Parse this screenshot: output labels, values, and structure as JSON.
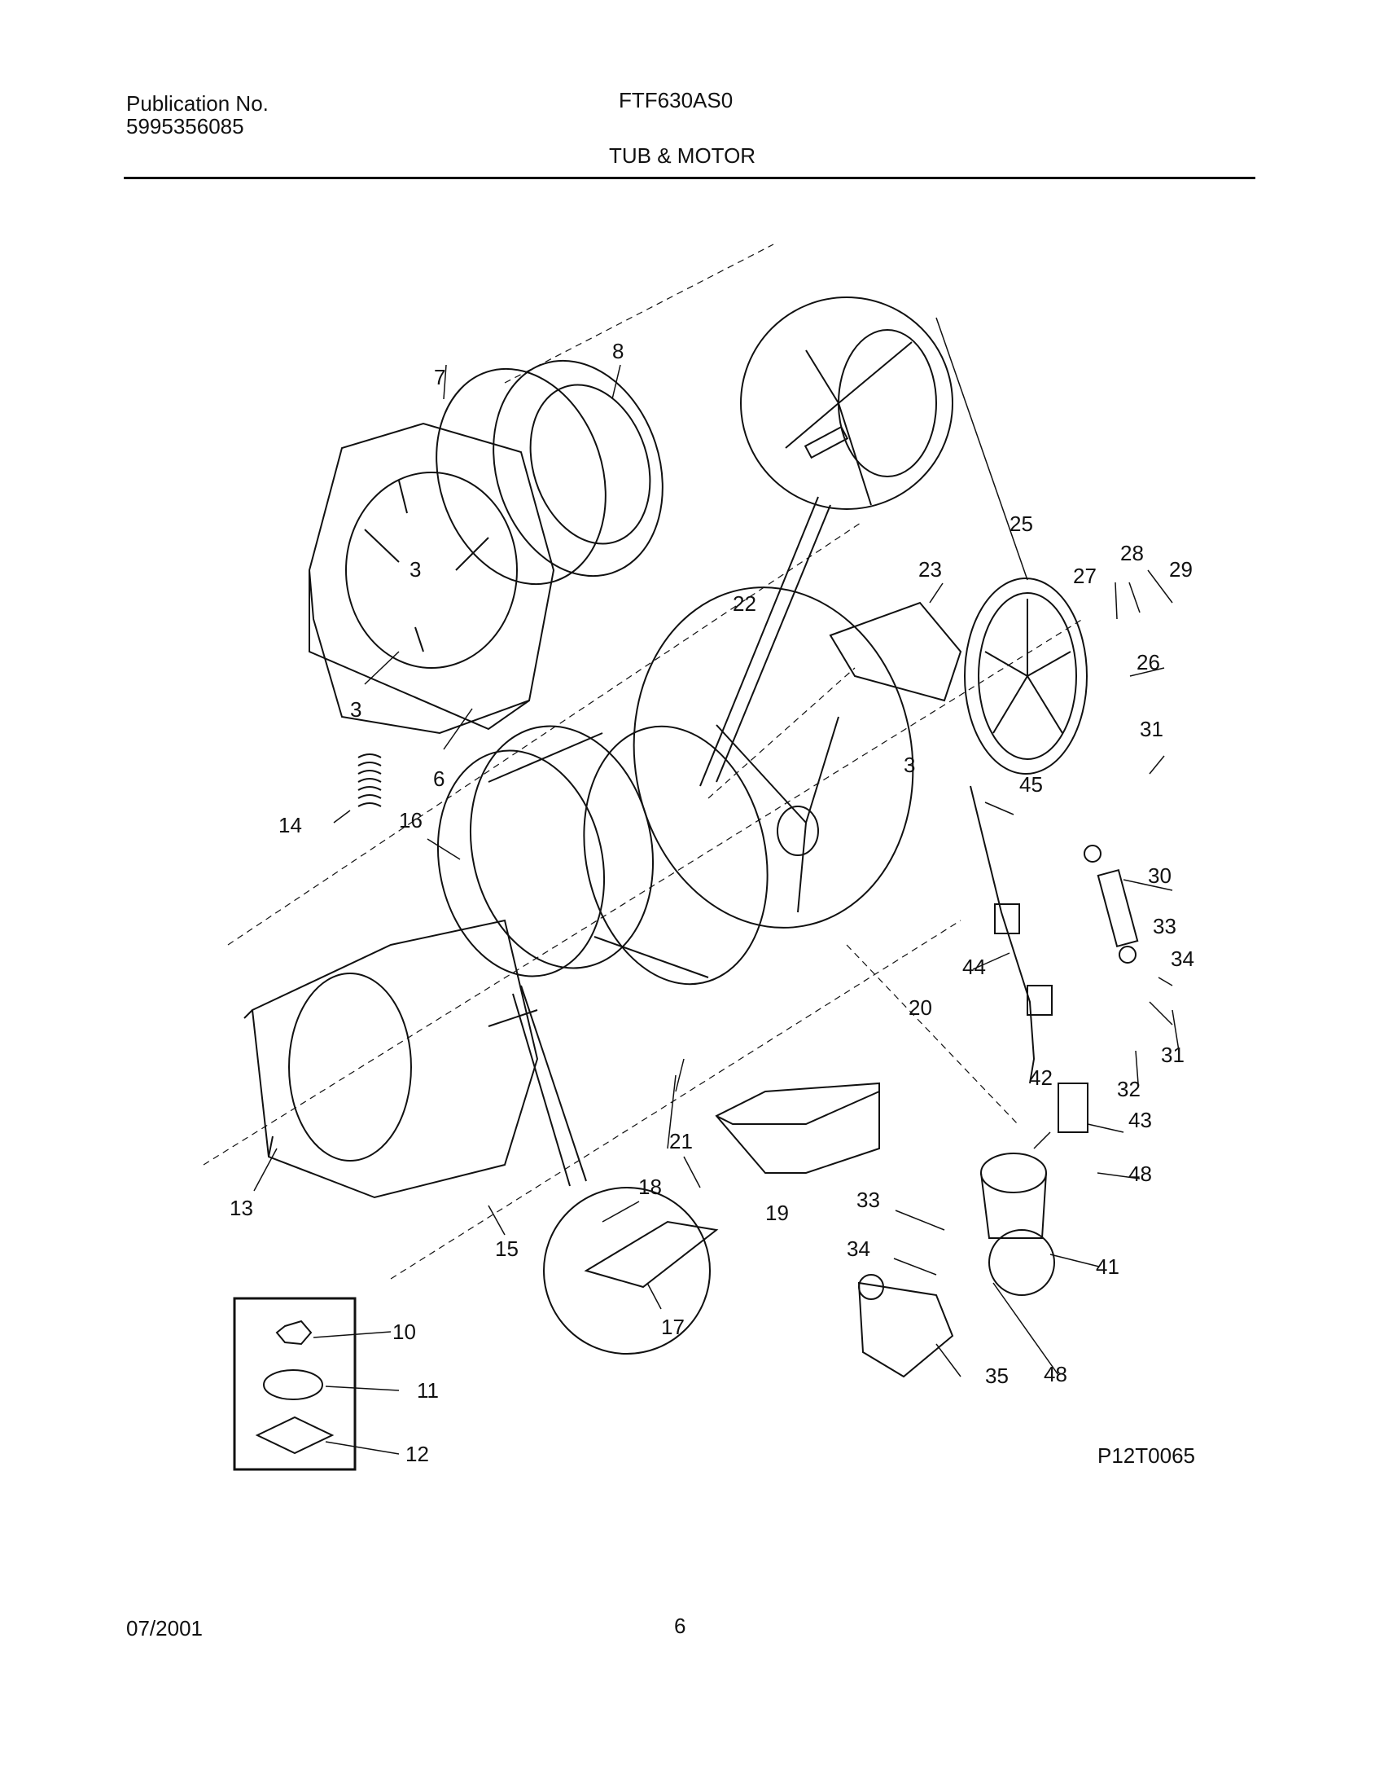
{
  "header": {
    "publication_label": "Publication No.",
    "publication_number": "5995356085",
    "model": "FTF630AS0",
    "section_title": "TUB & MOTOR"
  },
  "diagram": {
    "figure_code": "P12T0065",
    "callouts": [
      {
        "id": "c3a",
        "label": "3"
      },
      {
        "id": "c3b",
        "label": "3"
      },
      {
        "id": "c3c",
        "label": "3"
      },
      {
        "id": "c6",
        "label": "6"
      },
      {
        "id": "c7",
        "label": "7"
      },
      {
        "id": "c8",
        "label": "8"
      },
      {
        "id": "c10",
        "label": "10"
      },
      {
        "id": "c11",
        "label": "11"
      },
      {
        "id": "c12",
        "label": "12"
      },
      {
        "id": "c13",
        "label": "13"
      },
      {
        "id": "c14",
        "label": "14"
      },
      {
        "id": "c15",
        "label": "15"
      },
      {
        "id": "c16",
        "label": "16"
      },
      {
        "id": "c17",
        "label": "17"
      },
      {
        "id": "c18",
        "label": "18"
      },
      {
        "id": "c19",
        "label": "19"
      },
      {
        "id": "c20",
        "label": "20"
      },
      {
        "id": "c21",
        "label": "21"
      },
      {
        "id": "c22",
        "label": "22"
      },
      {
        "id": "c23",
        "label": "23"
      },
      {
        "id": "c25",
        "label": "25"
      },
      {
        "id": "c26",
        "label": "26"
      },
      {
        "id": "c27",
        "label": "27"
      },
      {
        "id": "c28",
        "label": "28"
      },
      {
        "id": "c29",
        "label": "29"
      },
      {
        "id": "c30",
        "label": "30"
      },
      {
        "id": "c31a",
        "label": "31"
      },
      {
        "id": "c31b",
        "label": "31"
      },
      {
        "id": "c32",
        "label": "32"
      },
      {
        "id": "c33a",
        "label": "33"
      },
      {
        "id": "c33b",
        "label": "33"
      },
      {
        "id": "c34a",
        "label": "34"
      },
      {
        "id": "c34b",
        "label": "34"
      },
      {
        "id": "c35",
        "label": "35"
      },
      {
        "id": "c41",
        "label": "41"
      },
      {
        "id": "c42",
        "label": "42"
      },
      {
        "id": "c43",
        "label": "43"
      },
      {
        "id": "c44",
        "label": "44"
      },
      {
        "id": "c45",
        "label": "45"
      },
      {
        "id": "c48a",
        "label": "48"
      },
      {
        "id": "c48b",
        "label": "48"
      }
    ]
  },
  "footer": {
    "date": "07/2001",
    "page_number": "6"
  }
}
